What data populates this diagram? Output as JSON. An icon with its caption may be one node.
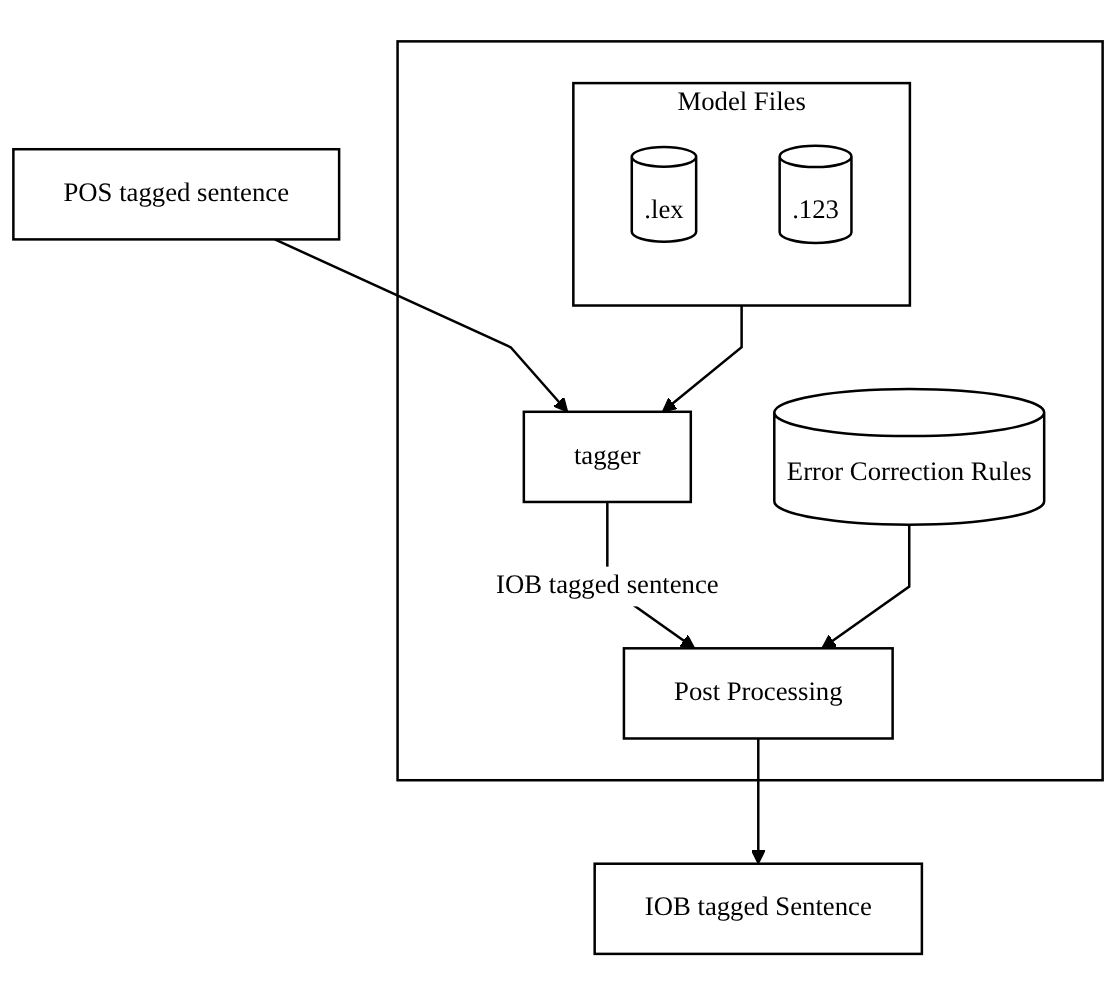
{
  "diagram": {
    "nodes": [
      {
        "text": [
          "POS tagged sentence"
        ]
      },
      {
        "text": [],
        "shape": "box"
      },
      {
        "text": [
          "tagger"
        ],
        "in": 1
      },
      {
        "text": [
          "Model Files"
        ],
        "in": 1
      },
      {
        "text": [
          ".lex"
        ],
        "in": 3
      },
      {
        "text": [
          ".123"
        ],
        "in": 3
      },
      {
        "text": [
          "Post Processing"
        ],
        "in": 1
      },
      {
        "text": [
          "Error Correction Rules"
        ],
        "in": 1
      },
      {
        "text": [
          "IOB tagged Sentence"
        ]
      }
    ],
    "edges": [
      {
        "from": 0,
        "to": 2,
        "arrow": "to"
      },
      {
        "from": 3,
        "to": 2,
        "arrow": "to"
      },
      {
        "from": 2,
        "to": 6,
        "arrow": "to",
        "label": "IOB tagged sentence"
      },
      {
        "from": 7,
        "to": 6,
        "arrow": "to"
      },
      {
        "from": 6,
        "to": 8,
        "arrow": "to"
      }
    ]
  }
}
